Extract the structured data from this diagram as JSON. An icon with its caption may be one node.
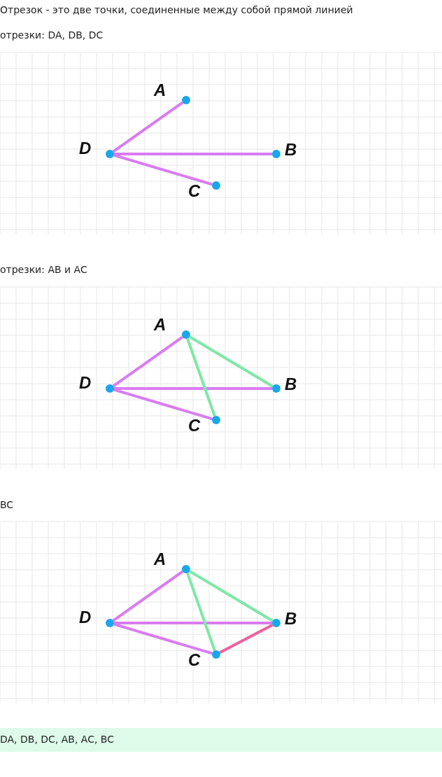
{
  "diagram": {
    "nodes": [
      {
        "text": [
          "A"
        ]
      },
      {
        "text": [
          "D"
        ]
      },
      {
        "text": [
          "B"
        ]
      },
      {
        "text": [
          "C"
        ]
      },
      {
        "text": [
          "A"
        ]
      },
      {
        "text": [
          "D"
        ]
      },
      {
        "text": [
          "B"
        ]
      },
      {
        "text": [
          "C"
        ]
      },
      {
        "text": [
          "A"
        ]
      },
      {
        "text": [
          "D"
        ]
      },
      {
        "text": [
          "B"
        ]
      },
      {
        "text": [
          "C"
        ]
      },
      {
        "text": [
          "DA, DB, DC, AB, AC, BC"
        ]
      }
    ],
    "edges": [
      {
        "from": 1,
        "to": 0,
        "arrow": "none"
      },
      {
        "from": 1,
        "to": 2,
        "arrow": "none"
      },
      {
        "from": 1,
        "to": 3,
        "arrow": "none"
      },
      {
        "from": 5,
        "to": 4,
        "arrow": "none"
      },
      {
        "from": 5,
        "to": 6,
        "arrow": "none"
      },
      {
        "from": 5,
        "to": 7,
        "arrow": "none"
      },
      {
        "from": 4,
        "to": 6,
        "arrow": "none",
        "color": "#7ee8a6"
      },
      {
        "from": 4,
        "to": 7,
        "arrow": "none",
        "color": "#7ee8a6"
      },
      {
        "from": 9,
        "to": 8,
        "arrow": "none"
      },
      {
        "from": 9,
        "to": 10,
        "arrow": "none"
      },
      {
        "from": 9,
        "to": 11,
        "arrow": "none"
      },
      {
        "from": 8,
        "to": 10,
        "arrow": "none",
        "color": "#7ee8a6"
      },
      {
        "from": 8,
        "to": 11,
        "arrow": "none",
        "color": "#7ee8a6"
      },
      {
        "from": 10,
        "to": 11,
        "arrow": "none",
        "color": "#f0609c"
      }
    ],
    "labels": [
      "Отрезок - это две точки, соединенные между собой прямой линией",
      "отрезки: DA, DB, DC",
      "отрезки: AB и AC",
      "BC"
    ]
  }
}
